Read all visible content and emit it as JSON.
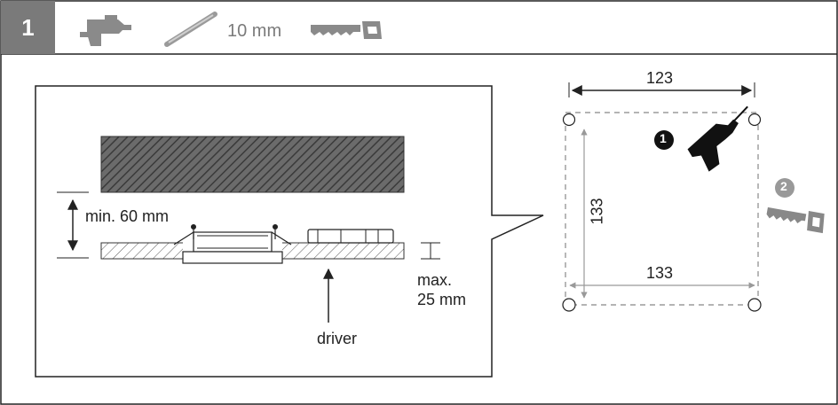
{
  "header": {
    "step_number": "1",
    "drill_bit_size": "10 mm",
    "icons": [
      "drill-icon",
      "drill-bit-icon",
      "saw-icon"
    ]
  },
  "side_view": {
    "min_clearance": "min. 60 mm",
    "max_thickness_line1": "max.",
    "max_thickness_line2": "25 mm",
    "driver_label": "driver"
  },
  "template_view": {
    "top_width": "123",
    "bottom_width": "133",
    "height": "133",
    "step_markers": [
      "1",
      "2"
    ],
    "icons": [
      "drill-icon",
      "saw-icon"
    ]
  },
  "colors": {
    "step_box": "#7a7a7a",
    "line": "#222222",
    "light_line": "#999999",
    "hatch": "#555555"
  }
}
